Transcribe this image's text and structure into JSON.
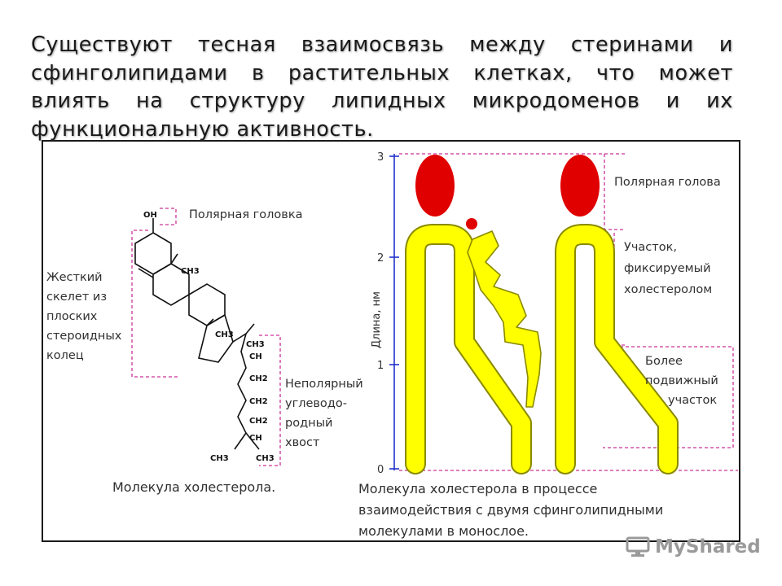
{
  "slide": {
    "title": "Существуют тесная взаимосвязь между стеринами и сфинголипидами в растительных клетках, что может влиять на структуру липидных микродоменов и их функциональную активность."
  },
  "left_diagram": {
    "oh_label": "OH",
    "polar_head": "Полярная головка",
    "rigid_skeleton": [
      "Жесткий",
      "скелет из",
      "плоских",
      "стероидных",
      "колец"
    ],
    "nonpolar_tail": [
      "Неполярный",
      "углеводо-",
      "родный",
      "хвост"
    ],
    "chem_labels": {
      "ch3_ring1": "CH3",
      "ch3_ring2": "CH3",
      "ch3_top": "CH3",
      "ch": "CH",
      "ch2_1": "CH2",
      "ch2_2": "CH2",
      "ch2_3": "CH2",
      "ch_branch": "CH",
      "ch3_left": "CH3",
      "ch3_right": "CH3"
    },
    "caption": "Молекула холестерола."
  },
  "right_diagram": {
    "axis_label": "Длина, нм",
    "ticks": [
      "0",
      "1",
      "2",
      "3"
    ],
    "polar_head": "Полярная голова",
    "fixed_region": [
      "Участок,",
      "фиксируемый",
      "холестеролом"
    ],
    "mobile_region": [
      "Более",
      "подвижный",
      "участок"
    ],
    "caption_lines": [
      "Молекула холестерола в процессе",
      "взаимодействия с двумя сфинголипидными",
      "молекулами в монослое."
    ]
  },
  "colors": {
    "head_red": "#e00000",
    "tail_yellow": "#ffff00",
    "outline_green": "#8a8a00",
    "guide_magenta": "#cc3399",
    "axis_blue": "#2233cc"
  },
  "watermark": {
    "text": "MyShared",
    "icon": "monitor-icon"
  }
}
